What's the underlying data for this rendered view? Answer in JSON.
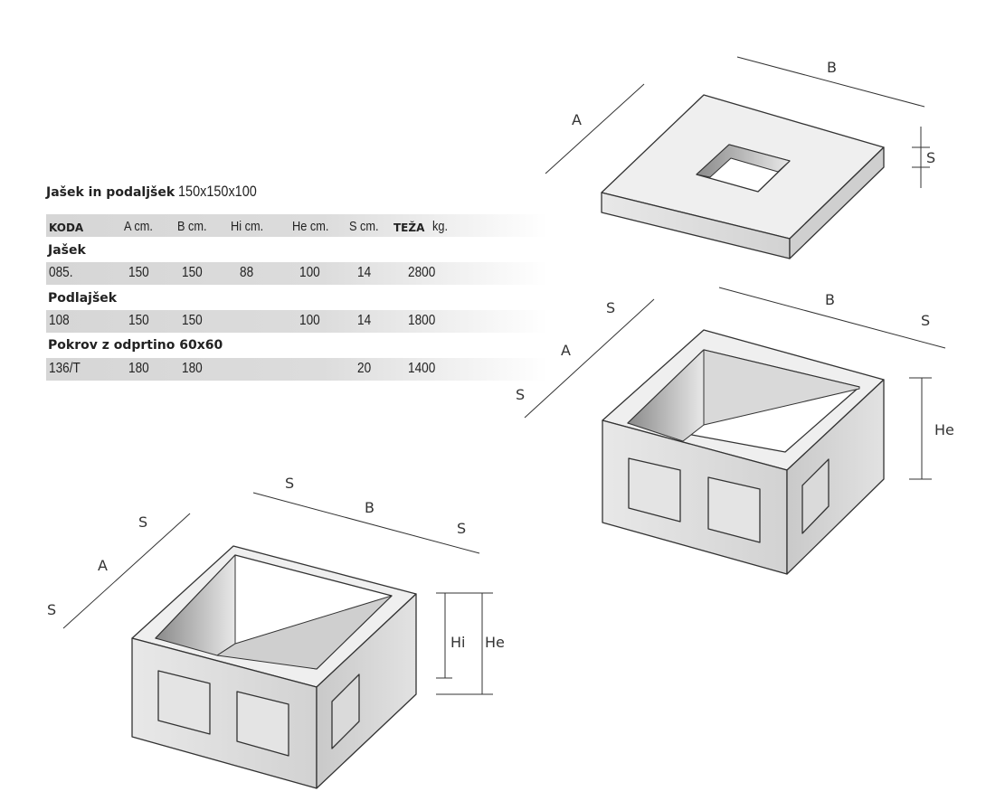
{
  "title": {
    "name": "Jašek in podaljšek",
    "dims": "150x150x100"
  },
  "table": {
    "headers": [
      "KODA",
      "A cm.",
      "B cm.",
      "Hi cm.",
      "He cm.",
      "S cm.",
      "TEŽA",
      "kg."
    ],
    "sections": [
      {
        "name": "Jašek",
        "row": [
          "085.",
          "150",
          "150",
          "88",
          "100",
          "14",
          "2800"
        ]
      },
      {
        "name": "Podlajšek",
        "row": [
          "108",
          "150",
          "150",
          "",
          "100",
          "14",
          "1800"
        ]
      },
      {
        "name": "Pokrov z odprtino 60x60",
        "row": [
          "136/T",
          "180",
          "180",
          "",
          "",
          "20",
          "1400"
        ]
      }
    ]
  },
  "labels": {
    "A": "A",
    "B": "B",
    "S": "S",
    "He": "He",
    "Hi": "Hi"
  }
}
